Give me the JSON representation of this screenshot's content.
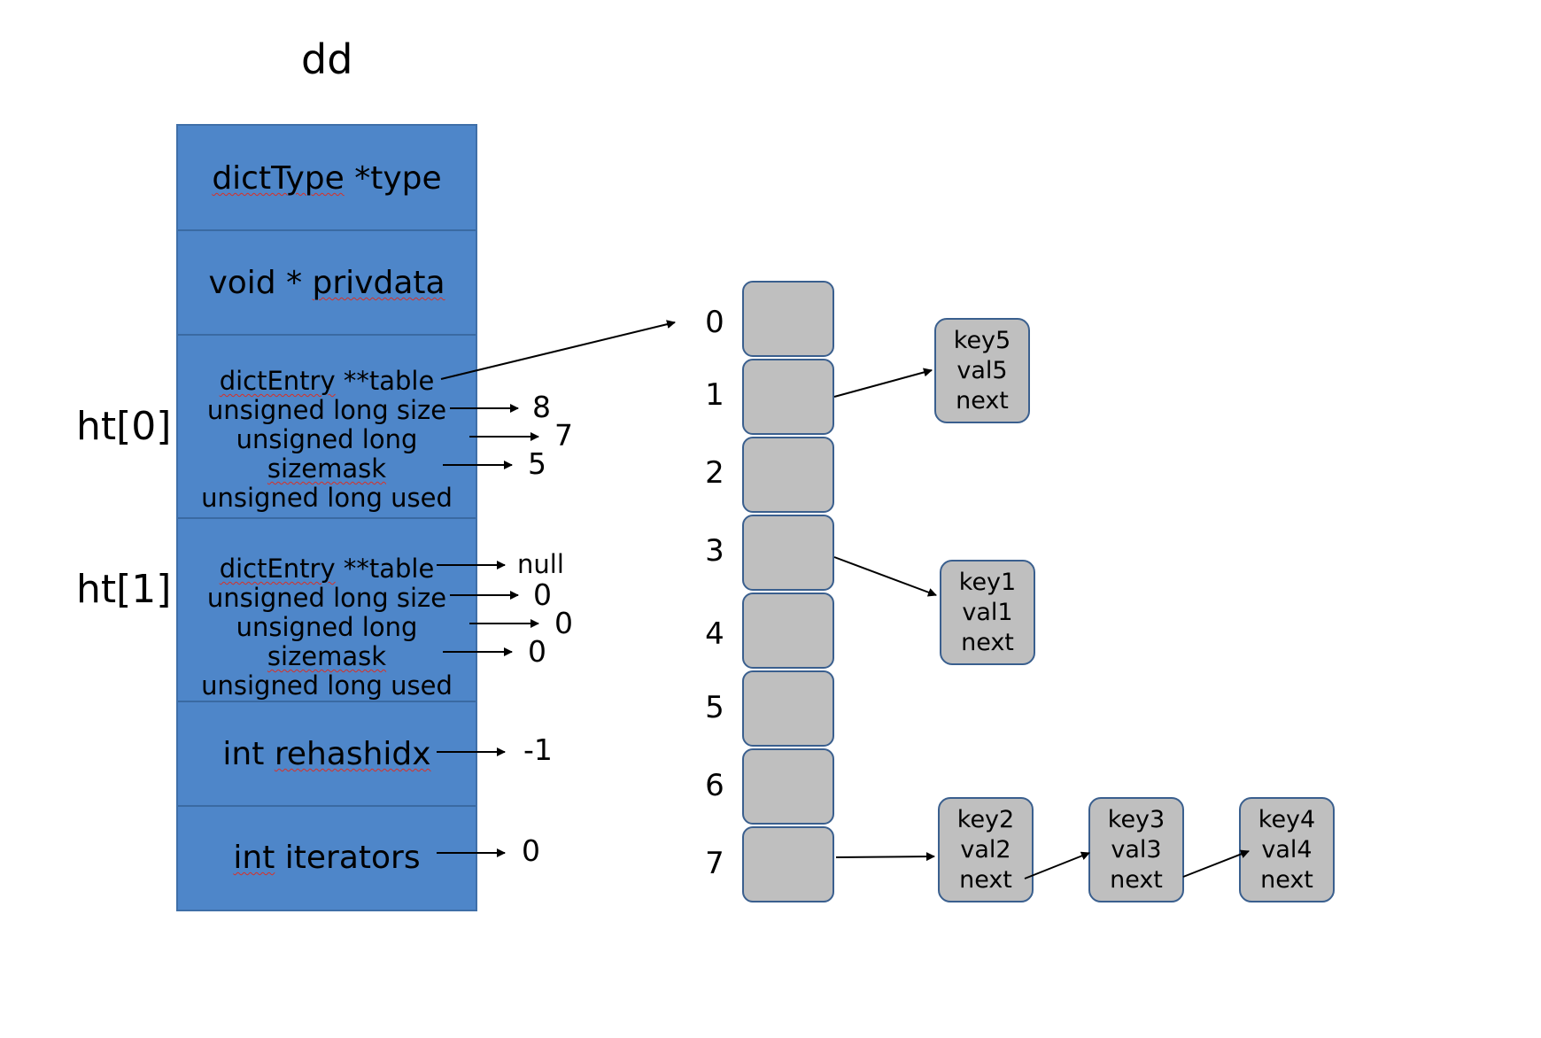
{
  "title": "dd",
  "labels": {
    "ht0": "ht[0]",
    "ht1": "ht[1]"
  },
  "dict": {
    "type_field": {
      "pre": "",
      "wavy": "dictType",
      "post": " *type"
    },
    "privdata_field": {
      "pre": "void * ",
      "wavy": "privdata",
      "post": ""
    },
    "ht0": {
      "table": {
        "pre": "",
        "wavy": "dictEntry",
        "post": " **table"
      },
      "size": "unsigned long size",
      "sizemask": {
        "pre": "unsigned long ",
        "wavy": "sizemask",
        "post": ""
      },
      "used": "unsigned long used",
      "size_val": "8",
      "sizemask_val": "7",
      "used_val": "5"
    },
    "ht1": {
      "table": {
        "pre": "",
        "wavy": "dictEntry",
        "post": " **table"
      },
      "size": "unsigned long size",
      "sizemask": {
        "pre": "unsigned long ",
        "wavy": "sizemask",
        "post": ""
      },
      "used": "unsigned long used",
      "table_val": "null",
      "size_val": "0",
      "sizemask_val": "0",
      "used_val": "0"
    },
    "rehashidx": {
      "pre": "int ",
      "wavy": "rehashidx",
      "post": "",
      "val": "-1"
    },
    "iterators": {
      "pre": "",
      "wavy": "int",
      "post": " iterators",
      "val": "0"
    }
  },
  "buckets": [
    "0",
    "1",
    "2",
    "3",
    "4",
    "5",
    "6",
    "7"
  ],
  "nodes": {
    "n5": [
      "key5",
      "val5",
      "next"
    ],
    "n1": [
      "key1",
      "val1",
      "next"
    ],
    "n2": [
      "key2",
      "val2",
      "next"
    ],
    "n3": [
      "key3",
      "val3",
      "next"
    ],
    "n4": [
      "key4",
      "val4",
      "next"
    ]
  },
  "colors": {
    "dict_fill": "#4e86c9",
    "bucket_fill": "#bfbfbf",
    "border": "#3a5f8e"
  }
}
